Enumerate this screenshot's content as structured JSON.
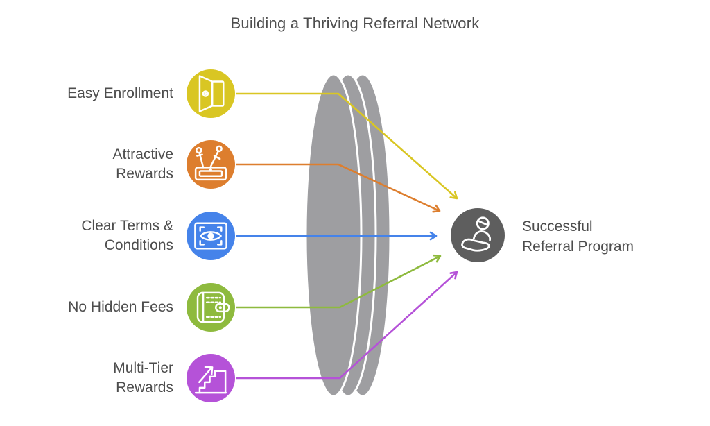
{
  "title": "Building a Thriving Referral Network",
  "text_color": "#4d4d4d",
  "lens": {
    "color": "#9e9ea1",
    "separator_color": "#ffffff"
  },
  "items": [
    {
      "line1": "Easy Enrollment",
      "line2": "",
      "color": "#d9c623",
      "icon": "open-door-icon"
    },
    {
      "line1": "Attractive",
      "line2": "Rewards",
      "color": "#dd7e2e",
      "icon": "rewards-toolbox-icon"
    },
    {
      "line1": "Clear Terms &",
      "line2": "Conditions",
      "color": "#4583ea",
      "icon": "eye-preview-icon"
    },
    {
      "line1": "No Hidden Fees",
      "line2": "",
      "color": "#8eba3e",
      "icon": "wallet-icon"
    },
    {
      "line1": "Multi-Tier",
      "line2": "Rewards",
      "color": "#b552d8",
      "icon": "rising-stairs-icon"
    }
  ],
  "result": {
    "line1": "Successful",
    "line2": "Referral Program",
    "color": "#5e5e5e",
    "icon": "hand-holding-person-icon"
  }
}
